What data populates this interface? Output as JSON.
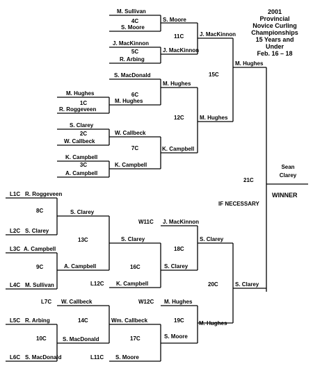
{
  "title_lines": [
    "2001",
    "Provincial",
    "Novice Curling",
    "Championships",
    "15 Years and",
    "Under",
    "Feb. 16 – 18"
  ],
  "if_necessary": "IF NECESSARY",
  "winner_label": "WINNER",
  "champion": [
    "Sean",
    "Clarey"
  ],
  "players": {
    "p01": "M. Sullivan",
    "p02": "S. Moore",
    "p03": "S. Moore",
    "p04": "J. MacKinnon",
    "p05": "R. Arbing",
    "p06": "J. MacKinnon",
    "p07": "J. MacKinnon",
    "p08": "S. MacDonald",
    "p09": "M. Hughes",
    "p10": "M. Hughes",
    "p11": "R. Roggeveen",
    "p12": "M. Hughes",
    "p13": "M. Hughes",
    "p14": "S. Clarey",
    "p15": "W. Callbeck",
    "p16": "W. Callbeck",
    "p17": "K. Campbell",
    "p18": "A. Campbell",
    "p19": "K. Campbell",
    "p20": "K. Campbell",
    "p21": "M. Hughes",
    "l01": "R. Roggeveen",
    "l02": "S. Clarey",
    "l03": "S. Clarey",
    "l04": "A. Campbell",
    "l05": "M. Sullivan",
    "l06": "A. Campbell",
    "l07": "S. Clarey",
    "l08": "J. MacKinnon",
    "l09": "S. Clarey",
    "l10": "K. Campbell",
    "l11": "S. Clarey",
    "l12": "S. Clarey",
    "l13": "W. Callbeck",
    "l14": "R. Arbing",
    "l15": "S. MacDonald",
    "l16": "S. MacDonald",
    "l17": "Wm. Callbeck",
    "l18": "S. Moore",
    "l19": "M. Hughes",
    "l20": "S. Moore",
    "l21": "M. Hughes"
  },
  "games": {
    "g4": "4C",
    "g5": "5C",
    "g11": "11C",
    "g15": "15C",
    "g6": "6C",
    "g1": "1C",
    "g2": "2C",
    "g3": "3C",
    "g12": "12C",
    "g7": "7C",
    "g21": "21C",
    "g8": "8C",
    "g13": "13C",
    "g9": "9C",
    "g16": "16C",
    "g18": "18C",
    "g14": "14C",
    "g10": "10C",
    "g17": "17C",
    "g19": "19C",
    "g20": "20C"
  },
  "seeds": {
    "L1C": "L1C",
    "L2C": "L2C",
    "L3C": "L3C",
    "L4C": "L4C",
    "L5C": "L5C",
    "L6C": "L6C",
    "L7C": "L7C",
    "L11C": "L11C",
    "L12C": "L12C",
    "W11C": "W11C",
    "W12C": "W12C"
  }
}
